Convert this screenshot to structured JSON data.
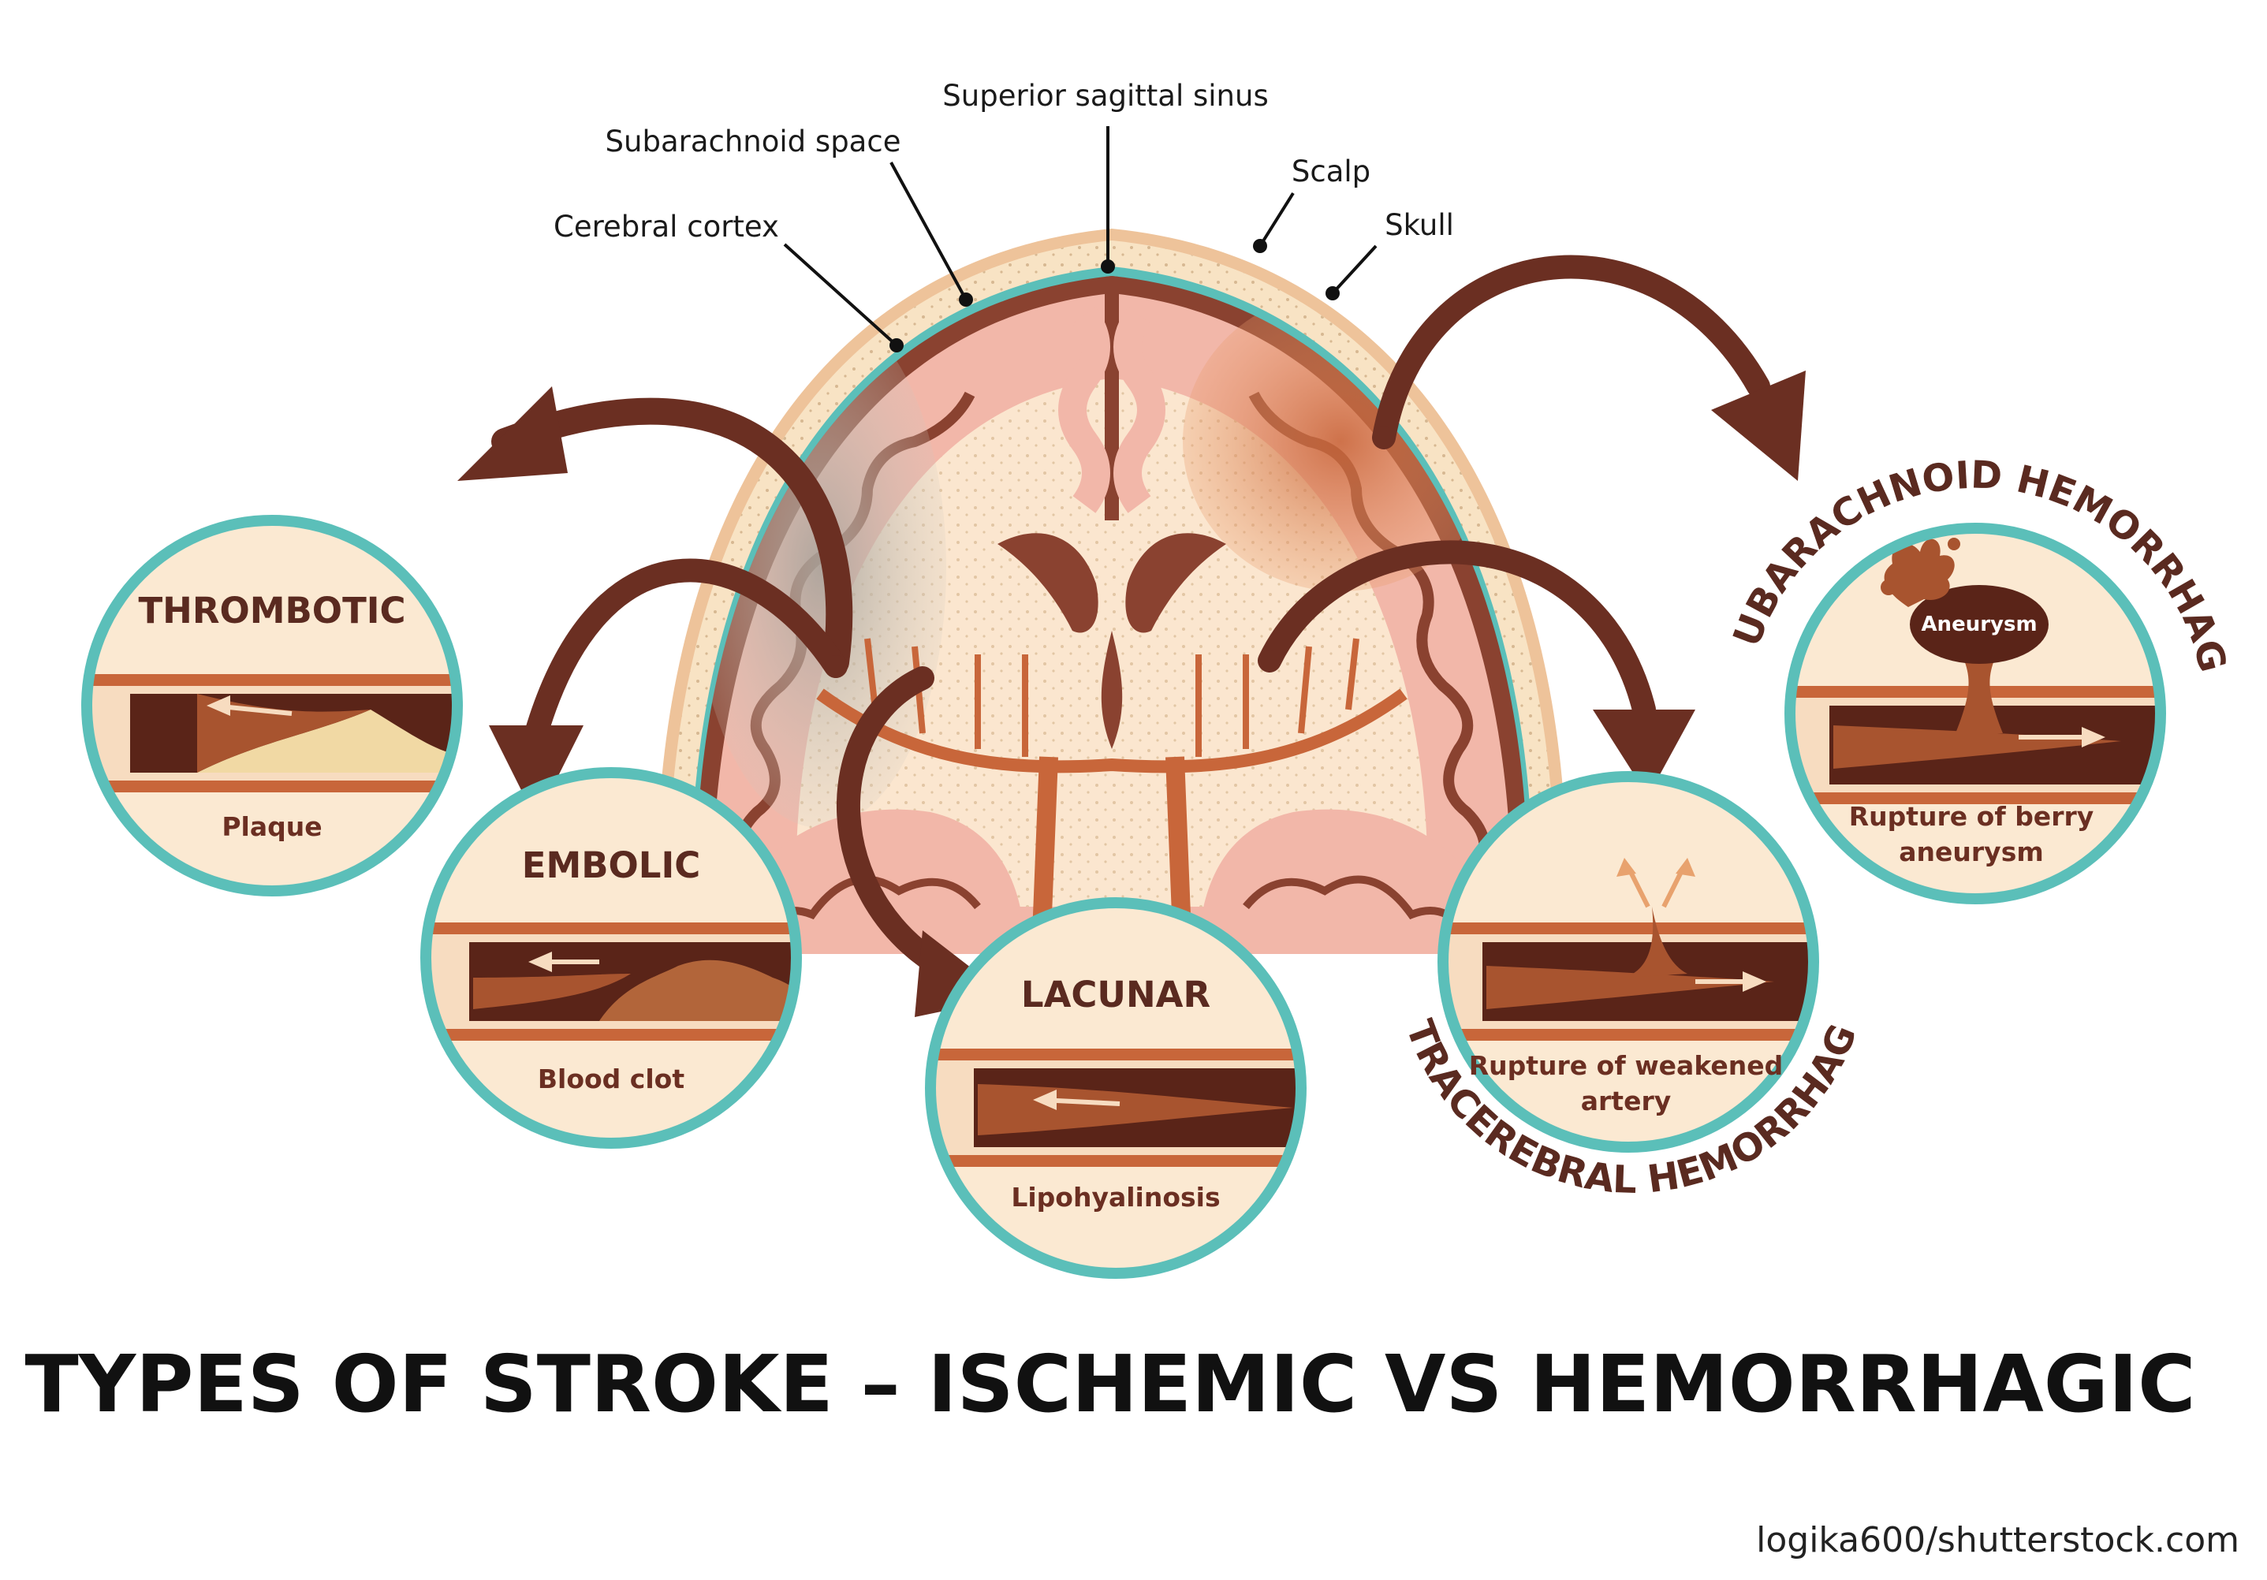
{
  "title": "TYPES OF STROKE – ISCHEMIC VS HEMORRHAGIC",
  "credit": "logika600/shutterstock.com",
  "anatomy_labels": {
    "superior_sagittal_sinus": "Superior sagittal sinus",
    "subarachnoid_space": "Subarachnoid space",
    "scalp": "Scalp",
    "cerebral_cortex": "Cerebral cortex",
    "skull": "Skull"
  },
  "panels": {
    "thrombotic": {
      "heading": "THROMBOTIC",
      "caption": "Plaque"
    },
    "embolic": {
      "heading": "EMBOLIC",
      "caption": "Blood clot"
    },
    "lacunar": {
      "heading": "LACUNAR",
      "caption": "Lipohyalinosis"
    },
    "intracerebral": {
      "heading": "INTRACEREBRAL HEMORRHAGE",
      "caption_line1": "Rupture of weakened",
      "caption_line2": "artery"
    },
    "subarachnoid": {
      "heading": "SUBARACHNOID HEMORRHAGE",
      "aneurysm_label": "Aneurysm",
      "caption_line1": "Rupture of berry",
      "caption_line2": "aneurysm"
    }
  },
  "colors": {
    "arrow": "#6b2f22",
    "ring": "#5bbfb9",
    "cream": "#fbe9d2",
    "vessel": "#c8663a",
    "brain_pink": "#f2b7a9"
  }
}
